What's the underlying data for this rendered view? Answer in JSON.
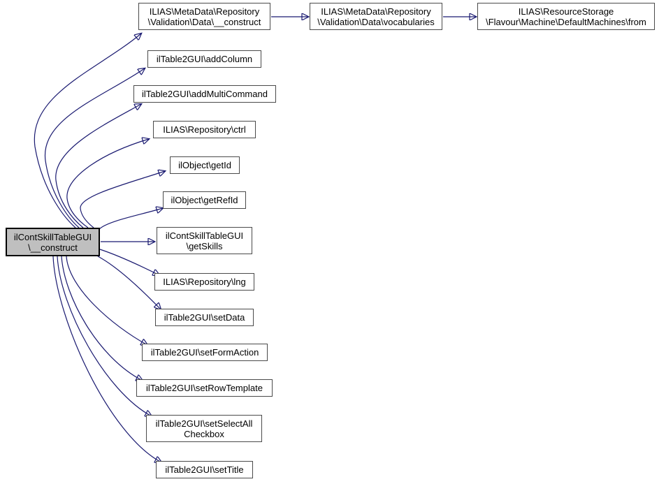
{
  "graph": {
    "type": "doxygen-call-graph",
    "colors": {
      "background": "#ffffff",
      "edge": "#191970",
      "node_border": "#4a4a4a",
      "node_fill": "#ffffff",
      "highlight_fill": "#bfbfbf",
      "highlight_border": "#000000",
      "text": "#000000"
    },
    "nodes": {
      "main": {
        "label": "ilContSkillTableGUI\n\\__construct",
        "highlighted": true
      },
      "meta_data_construct": {
        "label": "ILIAS\\MetaData\\Repository\n\\Validation\\Data\\__construct",
        "highlighted": false
      },
      "vocabularies": {
        "label": "ILIAS\\MetaData\\Repository\n\\Validation\\Data\\vocabularies",
        "highlighted": false
      },
      "default_machines_from": {
        "label": "ILIAS\\ResourceStorage\n\\Flavour\\Machine\\DefaultMachines\\from",
        "highlighted": false
      },
      "add_column": {
        "label": "ilTable2GUI\\addColumn",
        "highlighted": false
      },
      "add_multi_command": {
        "label": "ilTable2GUI\\addMultiCommand",
        "highlighted": false
      },
      "ctrl": {
        "label": "ILIAS\\Repository\\ctrl",
        "highlighted": false
      },
      "get_id": {
        "label": "ilObject\\getId",
        "highlighted": false
      },
      "get_ref_id": {
        "label": "ilObject\\getRefId",
        "highlighted": false
      },
      "get_skills": {
        "label": "ilContSkillTableGUI\n\\getSkills",
        "highlighted": false
      },
      "lng": {
        "label": "ILIAS\\Repository\\lng",
        "highlighted": false
      },
      "set_data": {
        "label": "ilTable2GUI\\setData",
        "highlighted": false
      },
      "set_form_action": {
        "label": "ilTable2GUI\\setFormAction",
        "highlighted": false
      },
      "set_row_template": {
        "label": "ilTable2GUI\\setRowTemplate",
        "highlighted": false
      },
      "set_select_all_checkbox": {
        "label": "ilTable2GUI\\setSelectAll\nCheckbox",
        "highlighted": false
      },
      "set_title": {
        "label": "ilTable2GUI\\setTitle",
        "highlighted": false
      }
    },
    "edges": [
      {
        "from": "main",
        "to": "meta_data_construct"
      },
      {
        "from": "main",
        "to": "add_column"
      },
      {
        "from": "main",
        "to": "add_multi_command"
      },
      {
        "from": "main",
        "to": "ctrl"
      },
      {
        "from": "main",
        "to": "get_id"
      },
      {
        "from": "main",
        "to": "get_ref_id"
      },
      {
        "from": "main",
        "to": "get_skills"
      },
      {
        "from": "main",
        "to": "lng"
      },
      {
        "from": "main",
        "to": "set_data"
      },
      {
        "from": "main",
        "to": "set_form_action"
      },
      {
        "from": "main",
        "to": "set_row_template"
      },
      {
        "from": "main",
        "to": "set_select_all_checkbox"
      },
      {
        "from": "main",
        "to": "set_title"
      },
      {
        "from": "meta_data_construct",
        "to": "vocabularies"
      },
      {
        "from": "vocabularies",
        "to": "default_machines_from"
      }
    ]
  }
}
